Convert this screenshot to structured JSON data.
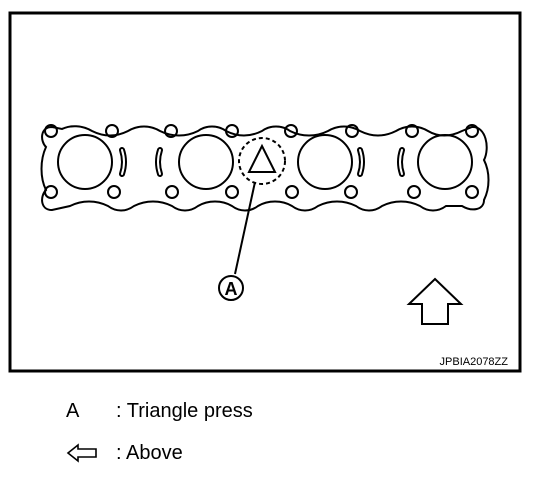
{
  "figure": {
    "image_code": "JPBIA2078ZZ",
    "callout_letter": "A"
  },
  "legend": [
    {
      "key": "A",
      "key_kind": "letter",
      "text": ": Triangle press"
    },
    {
      "key": "",
      "key_kind": "arrow-left-icon",
      "text": ": Above"
    }
  ]
}
